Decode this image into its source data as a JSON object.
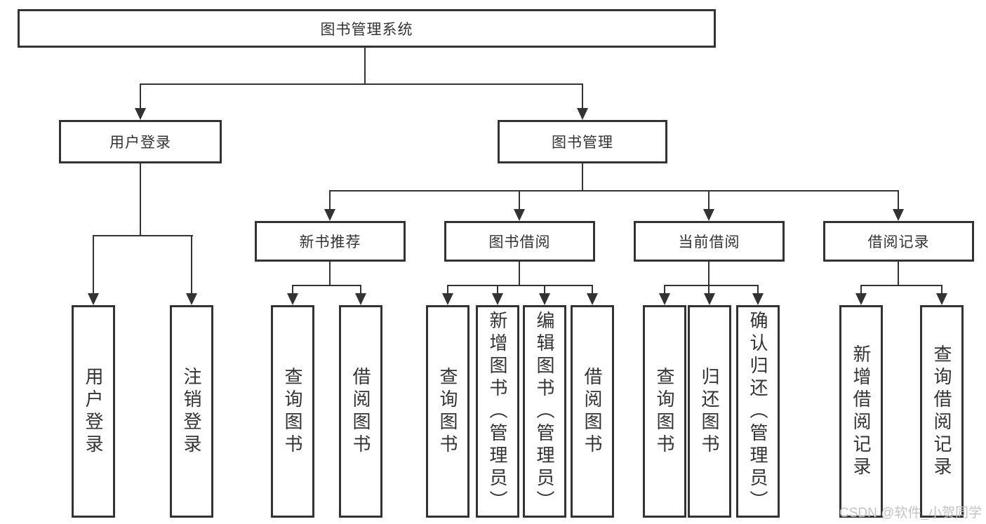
{
  "tree": {
    "root": {
      "label": "图书管理系统"
    },
    "branches": [
      {
        "label": "用户登录",
        "children": [
          {
            "label": "用户登录"
          },
          {
            "label": "注销登录"
          }
        ]
      },
      {
        "label": "图书管理",
        "children": [
          {
            "label": "新书推荐",
            "children": [
              {
                "label": "查询图书"
              },
              {
                "label": "借阅图书"
              }
            ]
          },
          {
            "label": "图书借阅",
            "children": [
              {
                "label": "查询图书"
              },
              {
                "label": "新增图书（管理员）"
              },
              {
                "label": "编辑图书（管理员）"
              },
              {
                "label": "借阅图书"
              }
            ]
          },
          {
            "label": "当前借阅",
            "children": [
              {
                "label": "查询图书"
              },
              {
                "label": "归还图书"
              },
              {
                "label": "确认归还（管理员）"
              }
            ]
          },
          {
            "label": "借阅记录",
            "children": [
              {
                "label": "新增借阅记录"
              },
              {
                "label": "查询借阅记录"
              }
            ]
          }
        ]
      }
    ]
  },
  "watermark": {
    "text": "CSDN @软件_小贺同学"
  },
  "colors": {
    "line": "#333333",
    "text": "#333333",
    "background": "#ffffff",
    "watermark": "#c3c3c3"
  }
}
